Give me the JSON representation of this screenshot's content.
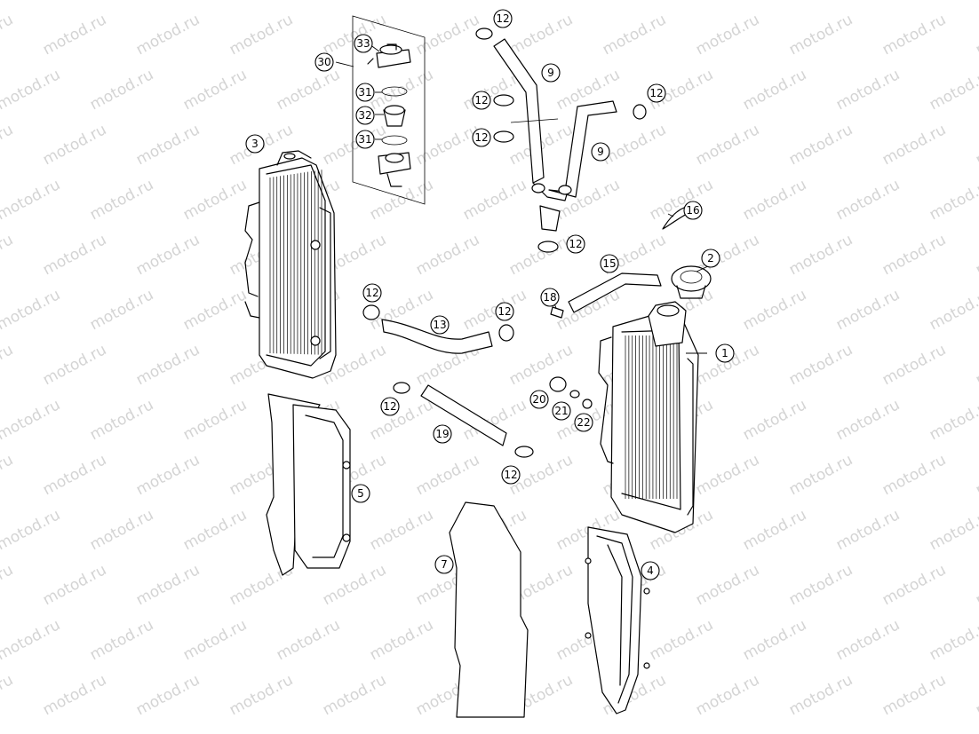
{
  "watermark": {
    "text": "motod.ru"
  },
  "colors": {
    "line": "#000000",
    "background": "#ffffff",
    "watermark": "#d4d4d4"
  },
  "callouts": {
    "c1": "1",
    "c2": "2",
    "c3": "3",
    "c4": "4",
    "c5": "5",
    "c7": "7",
    "c9a": "9",
    "c9b": "9",
    "c12a": "12",
    "c12b": "12",
    "c12c": "12",
    "c12d": "12",
    "c12e": "12",
    "c12f": "12",
    "c12g": "12",
    "c12h": "12",
    "c12i": "12",
    "c13": "13",
    "c15": "15",
    "c16": "16",
    "c18": "18",
    "c19": "19",
    "c20": "20",
    "c21": "21",
    "c22": "22",
    "c30": "30",
    "c31a": "31",
    "c31b": "31",
    "c32": "32",
    "c33": "33"
  }
}
